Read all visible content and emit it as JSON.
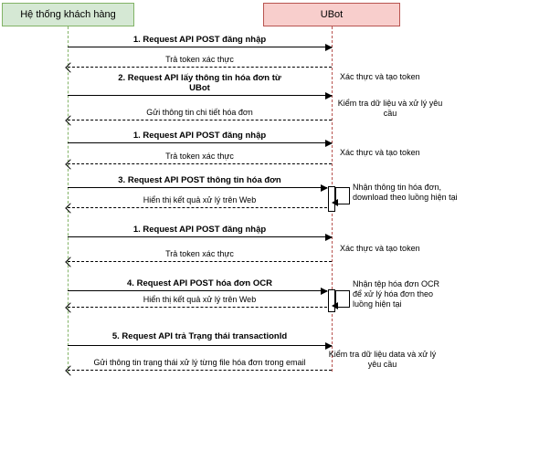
{
  "diagram_type": "sequence",
  "actors": [
    {
      "name": "Hệ thống khách hàng",
      "fill": "#d5e8d4",
      "border": "#82b366"
    },
    {
      "name": "UBot",
      "fill": "#f8cecc",
      "border": "#b85450"
    }
  ],
  "messages": [
    {
      "label": "1. Request API POST đăng nhập",
      "direction": "right",
      "style": "solid"
    },
    {
      "label": "Trả token xác thực",
      "direction": "left",
      "style": "dashed"
    },
    {
      "label": "2. Request API lấy thông tin hóa đơn từ UBot",
      "direction": "right",
      "style": "solid"
    },
    {
      "label": "Gửi thông tin chi tiết hóa đơn",
      "direction": "left",
      "style": "dashed"
    },
    {
      "label": "1. Request API POST đăng nhập",
      "direction": "right",
      "style": "solid"
    },
    {
      "label": "Trả token xác thực",
      "direction": "left",
      "style": "dashed"
    },
    {
      "label": "3. Request API POST thông tin hóa đơn",
      "direction": "right",
      "style": "solid"
    },
    {
      "label": "Hiển thị kết quả xử lý trên Web",
      "direction": "left",
      "style": "dashed"
    },
    {
      "label": "1. Request API POST đăng nhập",
      "direction": "right",
      "style": "solid"
    },
    {
      "label": "Trả token xác thực",
      "direction": "left",
      "style": "dashed"
    },
    {
      "label": "4. Request API POST hóa đơn OCR",
      "direction": "right",
      "style": "solid"
    },
    {
      "label": "Hiển thị kết quả xử lý trên Web",
      "direction": "left",
      "style": "dashed"
    },
    {
      "label": "5. Request API trả Trạng thái transactionId",
      "direction": "right",
      "style": "solid"
    },
    {
      "label": "Gửi thông tin trạng thái xử lý từng file hóa đơn trong email",
      "direction": "left",
      "style": "dashed"
    }
  ],
  "notes": [
    {
      "text": "Xác thực và tạo token"
    },
    {
      "text": "Kiểm tra dữ liệu và xử lý yêu cầu"
    },
    {
      "text": "Xác thực và tạo token"
    },
    {
      "text": "Nhận thông tin hóa đơn, download theo luồng hiện tại"
    },
    {
      "text": "Xác thực và tạo token"
    },
    {
      "text": "Nhận tệp hóa đơn OCR để xử lý hóa đơn theo luồng hiện tại"
    },
    {
      "text": "Kiểm tra dữ liệu data và xử lý yêu cầu"
    }
  ]
}
